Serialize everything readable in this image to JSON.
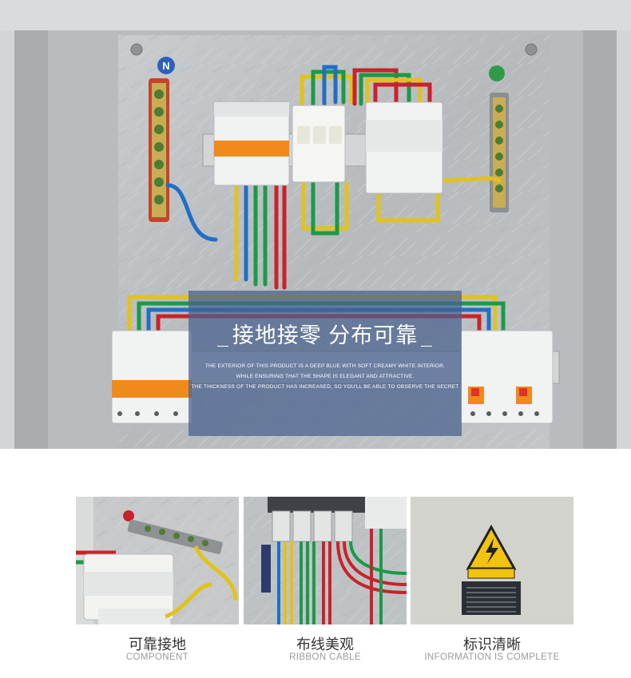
{
  "hero": {
    "n_label": "N",
    "overlay": {
      "title": "接地接零 分布可靠",
      "lines": [
        "THE EXTERIOR OF THIS PRODUCT IS A DEEP BLUE WITH SOFT CREAMY WHITE INTERIOR.",
        "WHILE ENSURING THAT THE SHAPE IS ELEGANT AND ATTRACTIVE.",
        "THE THICKNESS OF THE PRODUCT HAS INCREASED, SO YOU'LL BE ABLE TO OBSERVE THE SECRET"
      ]
    }
  },
  "features": [
    {
      "title": "可靠接地",
      "subtitle": "COMPONENT"
    },
    {
      "title": "布线美观",
      "subtitle": "RIBBON CABLE"
    },
    {
      "title": "标识清晰",
      "subtitle": "INFORMATION IS COMPLETE"
    }
  ],
  "colors": {
    "wire_red": "#c8232b",
    "wire_green": "#1a9a4a",
    "wire_blue": "#1f6fc8",
    "wire_yellow": "#e2c21c",
    "breaker_orange": "#f08a1c",
    "overlay": "#465f8c"
  }
}
